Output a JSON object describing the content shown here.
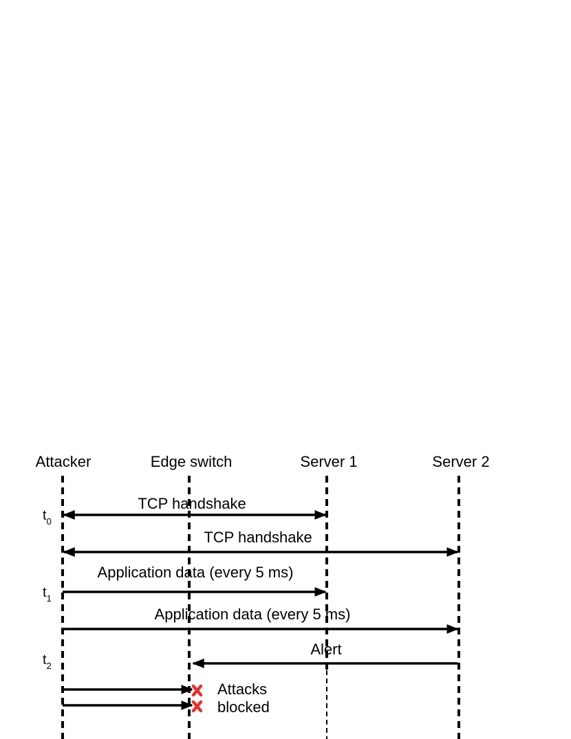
{
  "participants": {
    "attacker": "Attacker",
    "edge_switch": "Edge switch",
    "server1": "Server 1",
    "server2": "Server 2"
  },
  "times": {
    "t0": {
      "base": "t",
      "sub": "0"
    },
    "t1": {
      "base": "t",
      "sub": "1"
    },
    "t2": {
      "base": "t",
      "sub": "2"
    }
  },
  "messages": {
    "tcp_handshake_s1": "TCP handshake",
    "tcp_handshake_s2": "TCP handshake",
    "app_data_s1": "Application data (every 5 ms)",
    "app_data_s2": "Application data (every 5 ms)",
    "alert": "Alert"
  },
  "blocked_note": {
    "line1": "Attacks",
    "line2": "blocked"
  },
  "colors": {
    "line": "#000000",
    "blocked_mark": "#e8322e"
  }
}
